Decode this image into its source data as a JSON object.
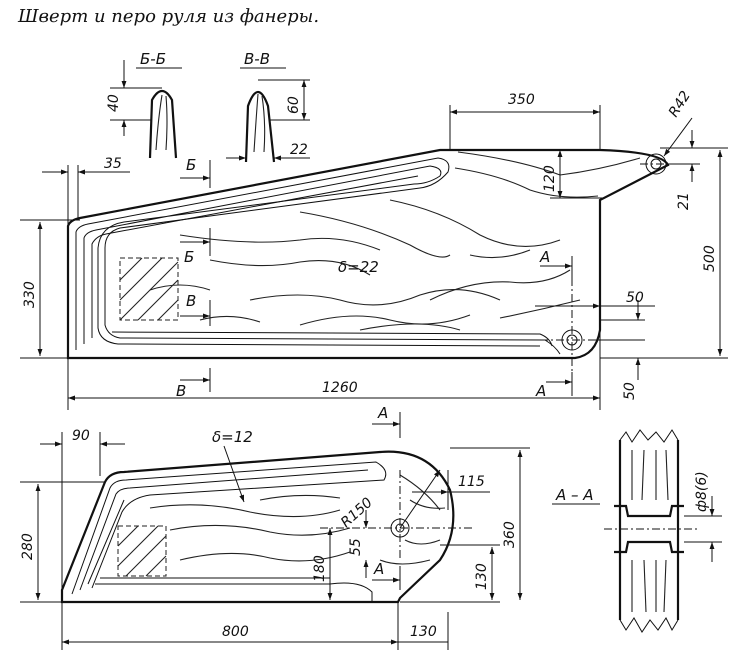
{
  "caption": "Шверт и перо руля из фанеры.",
  "top_part": {
    "thickness": "δ=22",
    "dims": {
      "d350": "350",
      "dR42": "R42",
      "d120": "120",
      "d21": "21",
      "d500": "500",
      "d35": "35",
      "d330": "330",
      "d50a": "50",
      "d50b": "50",
      "d1260": "1260",
      "d40": "40",
      "d60": "60",
      "d22": "22"
    },
    "sections": {
      "bb": "Б-Б",
      "vv": "В-В",
      "b_top": "Б",
      "b_mid": "Б",
      "v_mid": "В",
      "v_bot": "В",
      "a_top": "А",
      "a_bot": "А"
    }
  },
  "bottom_part": {
    "thickness": "δ=12",
    "dims": {
      "d90": "90",
      "d280": "280",
      "dR150": "R150",
      "d115": "115",
      "d360": "360",
      "d55": "55",
      "d180": "180",
      "d130v": "130",
      "d800": "800",
      "d130h": "130"
    },
    "sections": {
      "a_top": "А",
      "a_bot": "А"
    }
  },
  "section_aa": {
    "label": "А – А",
    "diam": "ф8(6)"
  }
}
